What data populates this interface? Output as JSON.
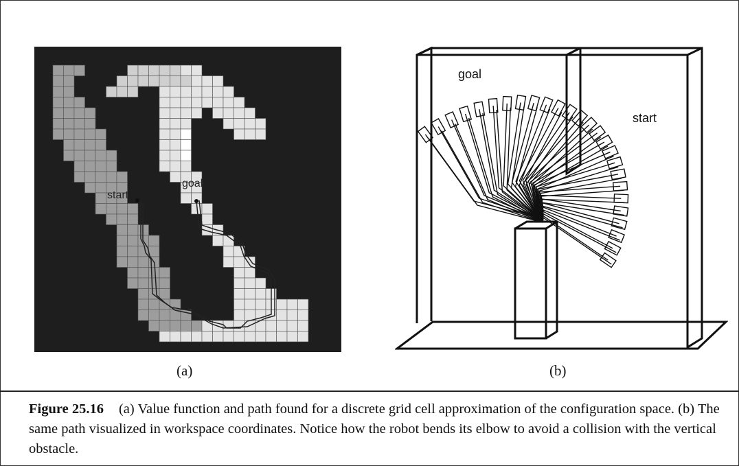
{
  "panel_a": {
    "start_label": "start",
    "goal_label": "goal",
    "colors": {
      "background": "#1e1e1e",
      "left_region": "#9d9d9d",
      "middle_region": "#cfcfcf",
      "right_region": "#e4e4e4",
      "grid_line": "#555555"
    }
  },
  "panel_b": {
    "goal_label": "goal",
    "start_label": "start"
  },
  "labels": {
    "a": "(a)",
    "b": "(b)"
  },
  "caption": {
    "figure_number": "Figure 25.16",
    "text": "(a) Value function and path found for a discrete grid cell approximation of the configuration space. (b) The same path visualized in workspace coordinates. Notice how the robot bends its elbow to avoid a collision with the vertical obstacle."
  }
}
